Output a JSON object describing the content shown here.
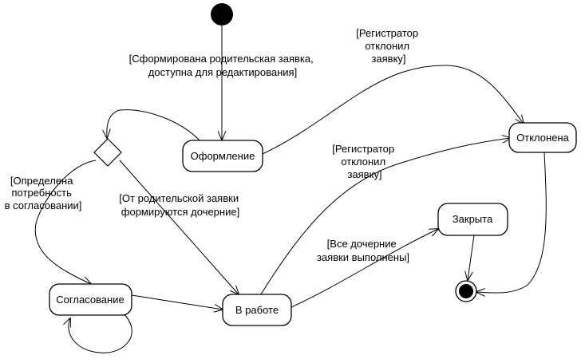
{
  "states": {
    "oformlenie": "Оформление",
    "otklonena": "Отклонена",
    "zakryta": "Закрыта",
    "soglasovanie": "Согласование",
    "v_rabote": "В работе"
  },
  "transitions": {
    "initial_to_oformlenie": [
      "[Сформирована родительская заявка,",
      "доступна для редактирования]"
    ],
    "oformlenie_to_otklonena": [
      "[Регистратор",
      "отклонил",
      "заявку]"
    ],
    "v_rabote_to_otklonena": [
      "[Регистратор",
      "отклонил",
      "заявку]"
    ],
    "decision_to_soglasovanie": [
      "[Определена",
      "потребность",
      "в согласовании]"
    ],
    "decision_to_v_rabote": [
      "[От родительской заявки",
      "формируются дочерние]"
    ],
    "v_rabote_to_zakryta": [
      "[Все дочерние",
      "заявки выполнены]"
    ]
  }
}
